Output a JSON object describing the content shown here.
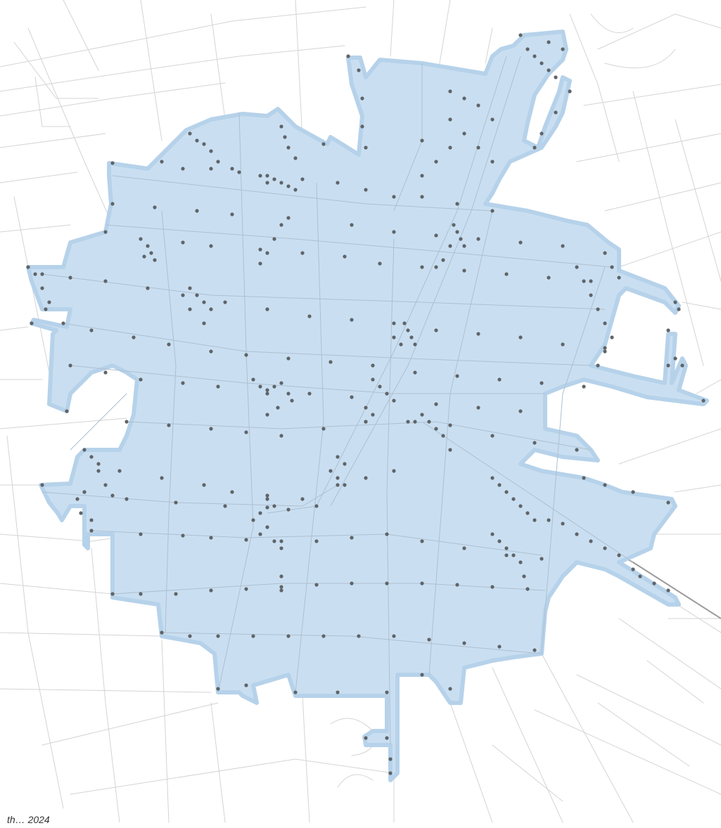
{
  "map": {
    "source_note": "th…  2024",
    "colors": {
      "background": "#ffffff",
      "street_network": "#d4d4d4",
      "study_area_fill": "#c9dff1",
      "study_area_edge": "#b6d2ea",
      "internal_street": "#aebfd0",
      "node_marker": "#606468",
      "rail_line": "#9b9b9b"
    },
    "layers": [
      {
        "name": "street-network",
        "label": ""
      },
      {
        "name": "study-area",
        "label": ""
      },
      {
        "name": "intersection-nodes",
        "label": ""
      }
    ]
  }
}
